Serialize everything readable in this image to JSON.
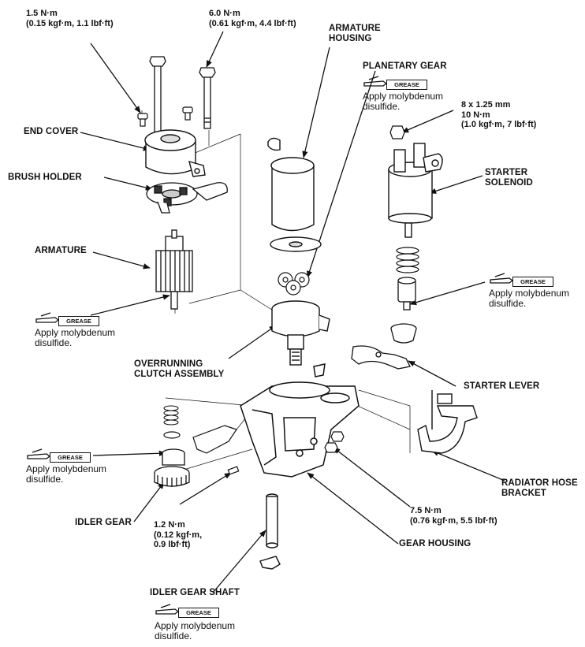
{
  "labels": {
    "torque_end_cover": [
      "1.5 N·m",
      "(0.15 kgf·m, 1.1 lbf·ft)"
    ],
    "torque_through_bolt": [
      "6.0 N·m",
      "(0.61 kgf·m, 4.4 lbf·ft)"
    ],
    "armature_housing": [
      "ARMATURE",
      "HOUSING"
    ],
    "planetary_gear": "PLANETARY GEAR",
    "torque_solenoid_nut": [
      "8 x 1.25 mm",
      "10 N·m",
      "(1.0 kgf·m, 7 lbf·ft)"
    ],
    "end_cover": "END COVER",
    "brush_holder": "BRUSH HOLDER",
    "starter_solenoid": [
      "STARTER",
      "SOLENOID"
    ],
    "armature": "ARMATURE",
    "overrunning_clutch": [
      "OVERRUNNING",
      "CLUTCH ASSEMBLY"
    ],
    "starter_lever": "STARTER LEVER",
    "radiator_hose_bracket": [
      "RADIATOR HOSE",
      "BRACKET"
    ],
    "idler_gear": "IDLER GEAR",
    "torque_idler_bolt": [
      "1.2 N·m",
      "(0.12 kgf·m,",
      "0.9 lbf·ft)"
    ],
    "torque_housing_nut": [
      "7.5 N·m",
      "(0.76 kgf·m, 5.5 lbf·ft)"
    ],
    "gear_housing": "GEAR HOUSING",
    "idler_gear_shaft": "IDLER GEAR SHAFT"
  },
  "grease": {
    "tag": "GREASE",
    "note": [
      "Apply molybdenum",
      "disulfide."
    ]
  }
}
